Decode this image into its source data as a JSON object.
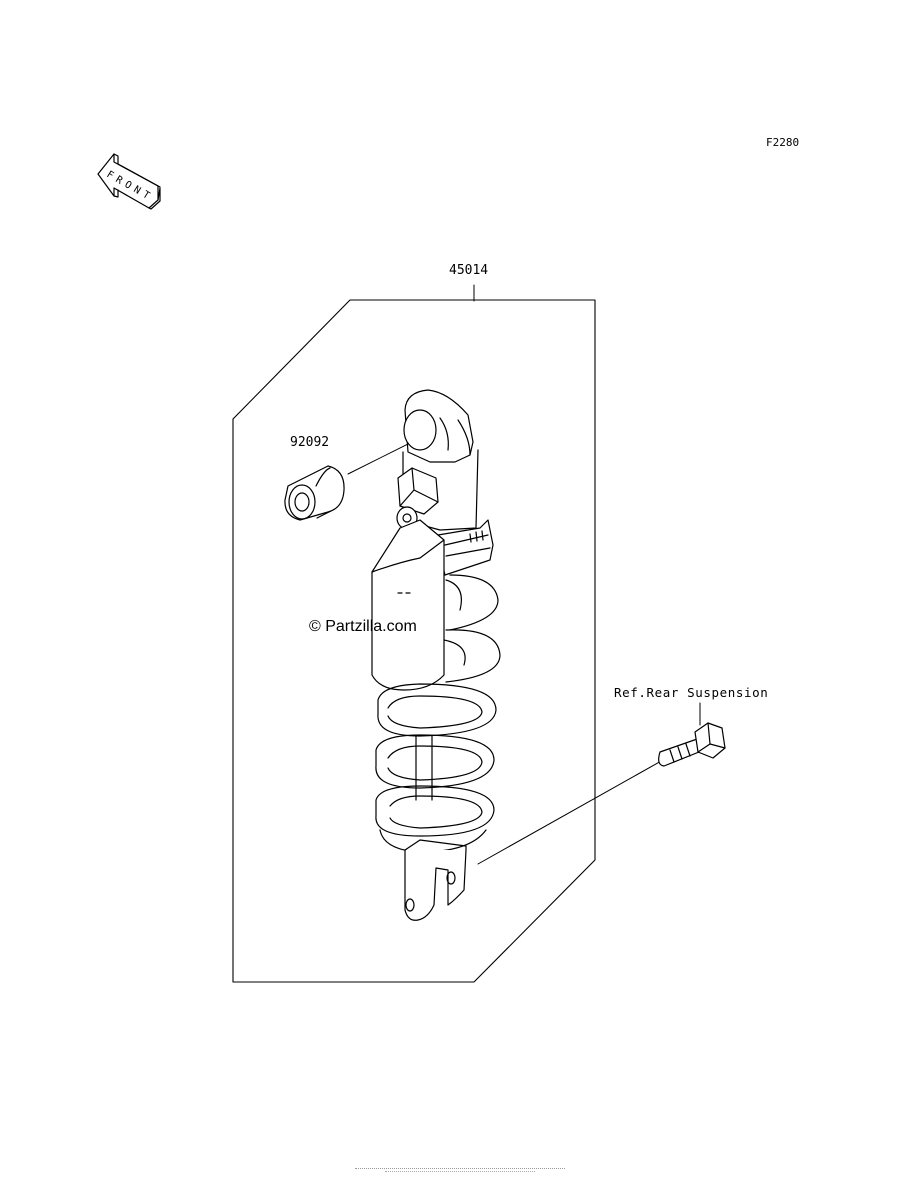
{
  "diagram": {
    "figure_code": "F2280",
    "front_arrow_label": "FRONT",
    "parts": {
      "shock_absorber": "45014",
      "bushing": "92092"
    },
    "reference_label": "Ref.Rear Suspension",
    "watermark": "© Partzilla.com"
  },
  "colors": {
    "line": "#000000",
    "background": "#ffffff"
  }
}
